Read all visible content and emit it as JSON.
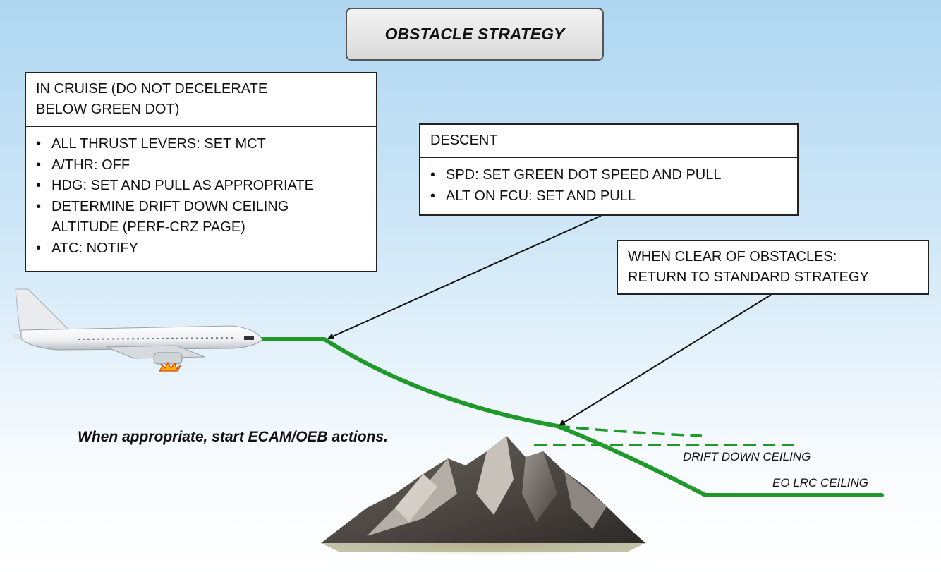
{
  "title": "OBSTACLE STRATEGY",
  "cruise_box": {
    "header_line1": "IN CRUISE (DO NOT DECELERATE",
    "header_line2": "BELOW GREEN DOT)",
    "items": [
      "ALL THRUST LEVERS: SET MCT",
      "A/THR: OFF",
      "HDG: SET AND PULL AS APPROPRIATE",
      "DETERMINE DRIFT DOWN CEILING",
      "ATC: NOTIFY"
    ],
    "item3_line2": "ALTITUDE (PERF-CRZ PAGE)"
  },
  "descent_box": {
    "header": "DESCENT",
    "items": [
      "SPD: SET GREEN DOT SPEED AND PULL",
      "ALT ON FCU: SET AND PULL"
    ]
  },
  "clear_box": {
    "line1": "WHEN CLEAR OF OBSTACLES:",
    "line2": "RETURN TO STANDARD STRATEGY"
  },
  "note": "When appropriate, start ECAM/OEB actions.",
  "labels": {
    "drift_down": "DRIFT DOWN CEILING",
    "eo_lrc": "EO LRC CEILING"
  },
  "colors": {
    "flight_path": "#1f9a2a",
    "box_border": "#222222",
    "sky_top": "#aed6f1"
  },
  "icons": [
    "aircraft-icon",
    "engine-fire-icon",
    "mountain-icon"
  ]
}
